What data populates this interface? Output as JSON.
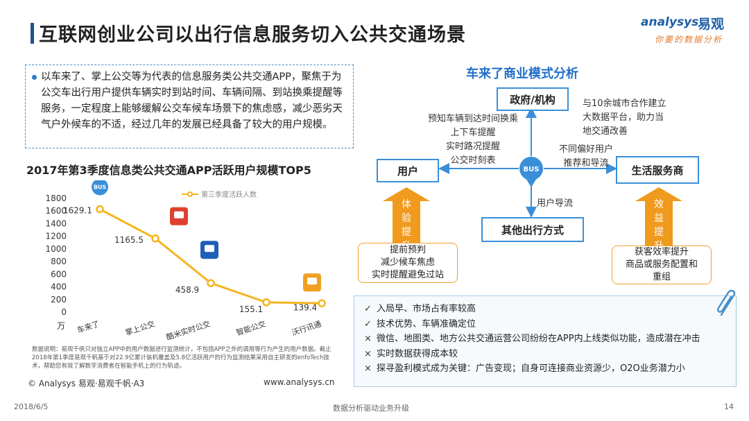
{
  "header": {
    "title": "互联网创业公司以出行信息服务切入公共交通场景",
    "logo_en": "analysys",
    "logo_cn": "易观",
    "logo_sub": "你要的数据分析"
  },
  "intro": {
    "text": "以车来了、掌上公交等为代表的信息服务类公共交通APP，聚焦于为公交车出行用户提供车辆实时到站时间、车辆间隔、到站换乘提醒等服务，一定程度上能够缓解公交车候车场景下的焦虑感，减少恶劣天气户外候车的不适，经过几年的发展已经具备了较大的用户规模。"
  },
  "chart_data": {
    "type": "line",
    "title": "2017年第3季度信息类公共交通APP活跃用户规模TOP5",
    "categories": [
      "车来了",
      "掌上公交",
      "酷米实时公交",
      "智能公交",
      "沃行讯通"
    ],
    "series": [
      {
        "name": "第三季度活跃人数",
        "values": [
          1629.1,
          1165.5,
          458.9,
          155.1,
          139.4
        ]
      }
    ],
    "ylim": [
      0,
      1800
    ],
    "yticks": [
      0,
      200,
      400,
      600,
      800,
      1000,
      1200,
      1400,
      1600,
      1800
    ],
    "yunit": "万",
    "color": "#f5b41e",
    "legend_position": "top",
    "grid": false,
    "icons": [
      "bus-badge-icon",
      "red-bus-icon",
      "blue-bus-icon",
      "ticket-icon"
    ]
  },
  "chart_footnote": "数据说明：易观千帆只对独立APP中的用户数据进行监测统计，不包括APP之外的调用等行为产生的用户数据。截止2018年第1季度易观千帆基于对22.9亿累计装机覆盖及5.8亿活跃用户的行为监测结果采用自主研发的enfoTech技术，帮助您有效了解数字消费者在智能手机上的行为轨迹。",
  "copyright": "© Analysys 易观·易观千帆·A3",
  "website": "www.analysys.cn",
  "model": {
    "title": "车来了商业模式分析",
    "center_label": "BUS",
    "nodes": {
      "gov": "政府/机构",
      "user": "用户",
      "merchant": "生活服务商",
      "other": "其他出行方式"
    },
    "notes": {
      "user_info": [
        "预知车辆到达时间换乘",
        "上下车提醒",
        "实时路况提醒",
        "公交时刻表"
      ],
      "gov_info": [
        "与10余城市合作建立",
        "大数据平台，助力当",
        "地交通改善"
      ],
      "merchant_info": [
        "不同偏好用户",
        "推荐和导流"
      ],
      "other_info": "用户导流"
    },
    "user_arrow": "体验提升",
    "merchant_arrow": "效益提升",
    "user_box": [
      "提前预判",
      "减少候车焦虑",
      "实时提醒避免过站"
    ],
    "merchant_box": [
      "获客效率提升",
      "商品或服务配置和",
      "重组"
    ]
  },
  "summary": {
    "items": [
      {
        "mark": "✓",
        "text": "入局早、市场占有率较高"
      },
      {
        "mark": "✓",
        "text": "技术优势、车辆准确定位"
      },
      {
        "mark": "×",
        "text": "微信、地图类、地方公共交通运营公司纷纷在APP内上线类似功能，造成潜在冲击"
      },
      {
        "mark": "×",
        "text": "实时数据获得成本较"
      },
      {
        "mark": "×",
        "text": "探寻盈利模式成为关键：广告变现；自身可连接商业资源少，O2O业务潜力小"
      }
    ]
  },
  "footer": {
    "date": "2018/6/5",
    "slogan": "数据分析驱动业务升级",
    "page": "14"
  }
}
